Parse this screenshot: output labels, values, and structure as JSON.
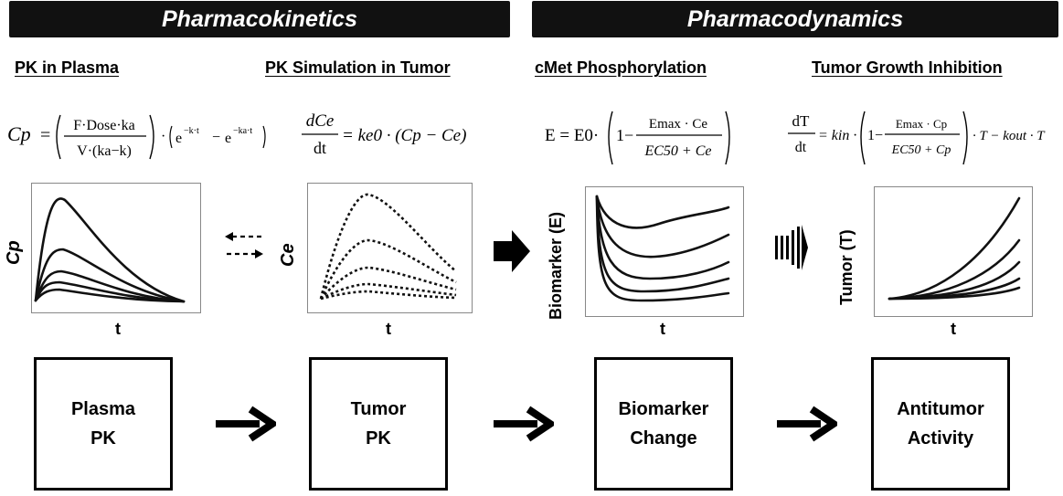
{
  "banners": {
    "pk": "Pharmacokinetics",
    "pd": "Pharmacodynamics"
  },
  "sections": [
    {
      "title": "PK in Plasma"
    },
    {
      "title": "PK Simulation in Tumor"
    },
    {
      "title": "cMet Phosphorylation"
    },
    {
      "title": "Tumor Growth Inhibition"
    }
  ],
  "equations": {
    "eq1": {
      "lhs": "Cp",
      "num": "F·Dose·ka",
      "den": "V·(ka−k)",
      "exp1": "−k·t",
      "exp2": "−ka·t",
      "base": "e"
    },
    "eq2": {
      "num": "dCe",
      "den": "dt",
      "rhs": "= ke0 · (Cp − Ce)"
    },
    "eq3": {
      "lhs": "E = E0·",
      "one": "1−",
      "num": "Emax · Ce",
      "den": "EC50 + Ce"
    },
    "eq4": {
      "num": "dT",
      "den": "dt",
      "pre": "= kin ·",
      "one": "1−",
      "fnum": "Emax · Cp",
      "fden": "EC50 + Cp",
      "post": "· T − kout · T"
    }
  },
  "plots": {
    "plasma": {
      "ylabel": "Cp",
      "xlabel": "t"
    },
    "tumor": {
      "ylabel": "Ce",
      "xlabel": "t"
    },
    "biomarker": {
      "ylabel": "Biomarker (E)",
      "xlabel": "t"
    },
    "growth": {
      "ylabel": "Tumor (T)",
      "xlabel": "t"
    }
  },
  "boxes": [
    {
      "line1": "Plasma",
      "line2": "PK"
    },
    {
      "line1": "Tumor",
      "line2": "PK"
    },
    {
      "line1": "Biomarker",
      "line2": "Change"
    },
    {
      "line1": "Antitumor",
      "line2": "Activity"
    }
  ]
}
